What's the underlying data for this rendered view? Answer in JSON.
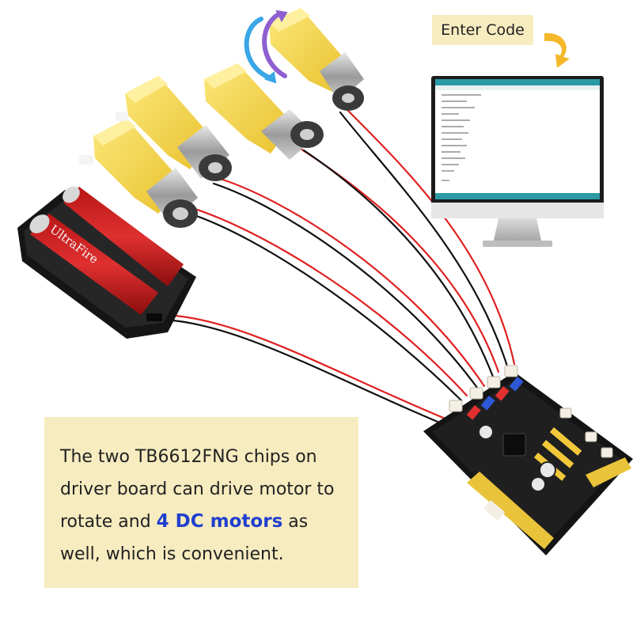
{
  "code_label": "Enter Code",
  "caption": {
    "line1": "The two TB6612FNG chips on",
    "line2": "driver board can drive motor to",
    "line3_before": "rotate and ",
    "line3_highlight": "4 DC motors",
    "line3_after": " as",
    "line4": "well, which is convenient."
  },
  "battery_brand": "UltraFire",
  "colors": {
    "caption_bg": "#f7ecc0",
    "highlight": "#1f3fcf",
    "motor_yellow": "#f6d94a",
    "wire_red": "#e02020",
    "pcb": "#1b1b1b"
  }
}
